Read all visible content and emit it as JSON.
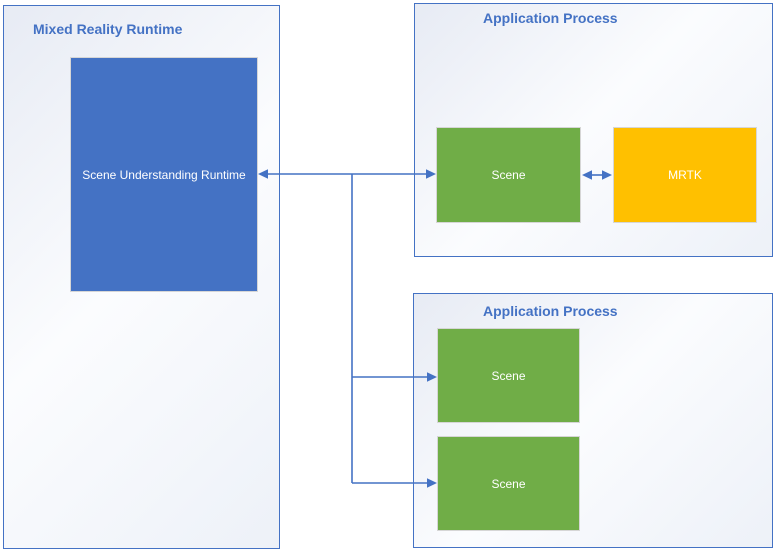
{
  "diagram": {
    "type": "architecture-diagram",
    "containers": {
      "left": {
        "title": "Mixed Reality Runtime"
      },
      "top_right": {
        "title": "Application Process"
      },
      "bottom_right": {
        "title": "Application Process"
      }
    },
    "nodes": {
      "scene_understanding": {
        "label": "Scene Understanding Runtime",
        "container": "left",
        "fill": "#4472C4"
      },
      "scene_top": {
        "label": "Scene",
        "container": "top_right",
        "fill": "#70AD47"
      },
      "mrtk": {
        "label": "MRTK",
        "container": "top_right",
        "fill": "#FFC000"
      },
      "scene_mid": {
        "label": "Scene",
        "container": "bottom_right",
        "fill": "#70AD47"
      },
      "scene_bottom": {
        "label": "Scene",
        "container": "bottom_right",
        "fill": "#70AD47"
      }
    },
    "connections": [
      {
        "from": "scene_understanding",
        "to": "scene_top",
        "type": "bidirectional"
      },
      {
        "from": "scene_top",
        "to": "mrtk",
        "type": "bidirectional"
      },
      {
        "from": "scene_understanding",
        "to": "scene_mid",
        "type": "directed"
      },
      {
        "from": "scene_understanding",
        "to": "scene_bottom",
        "type": "directed"
      }
    ],
    "colors": {
      "accent_blue": "#4472C4",
      "green": "#70AD47",
      "gold": "#FFC000",
      "container_border": "#4472C4",
      "title_text": "#4472C4",
      "node_border": "#D6D6D6",
      "node_text": "#FFFFFF",
      "arrow": "#4472C4",
      "container_gradient_start": "#E7EBF4",
      "container_gradient_end": "#EDF1F8"
    }
  }
}
